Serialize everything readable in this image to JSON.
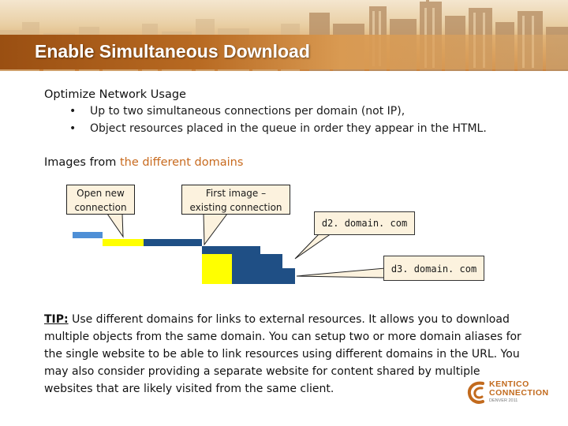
{
  "slide": {
    "title": "Enable Simultaneous Download"
  },
  "section1": {
    "heading": "Optimize Network Usage",
    "bullets": [
      "Up to two simultaneous connections per domain (not IP),",
      "Object resources placed in the queue in order they appear in the HTML."
    ],
    "bullet_symbol": "•"
  },
  "section2": {
    "heading_prefix": "Images from ",
    "heading_accent": "the different domains"
  },
  "diagram": {
    "callout_new": {
      "line1": "Open new",
      "line2": "connection"
    },
    "callout_existing": {
      "line1": "First image –",
      "line2": "existing connection"
    },
    "domain1": "d2. domain. com",
    "domain2": "d3. domain. com",
    "colors": {
      "bar_blue": "#1f4f85",
      "bar_light_blue": "#4e8fd6",
      "bar_yellow": "#ffff00",
      "callout_fill": "#fcf2de"
    }
  },
  "tip": {
    "label": "TIP:",
    "text": " Use different domains for links to external resources. It allows you to download multiple objects from the same domain. You can setup two or more domain aliases for the single website to be able to link resources using different domains in the URL. You may also consider providing a separate website for content shared by multiple websites that are likely visited from the same client."
  },
  "logo": {
    "line1": "KENTICO",
    "line2": "CONNECTION",
    "line3": "DENVER 2011",
    "icon": "kentico-swirl-icon",
    "color": "#c26a1d"
  }
}
